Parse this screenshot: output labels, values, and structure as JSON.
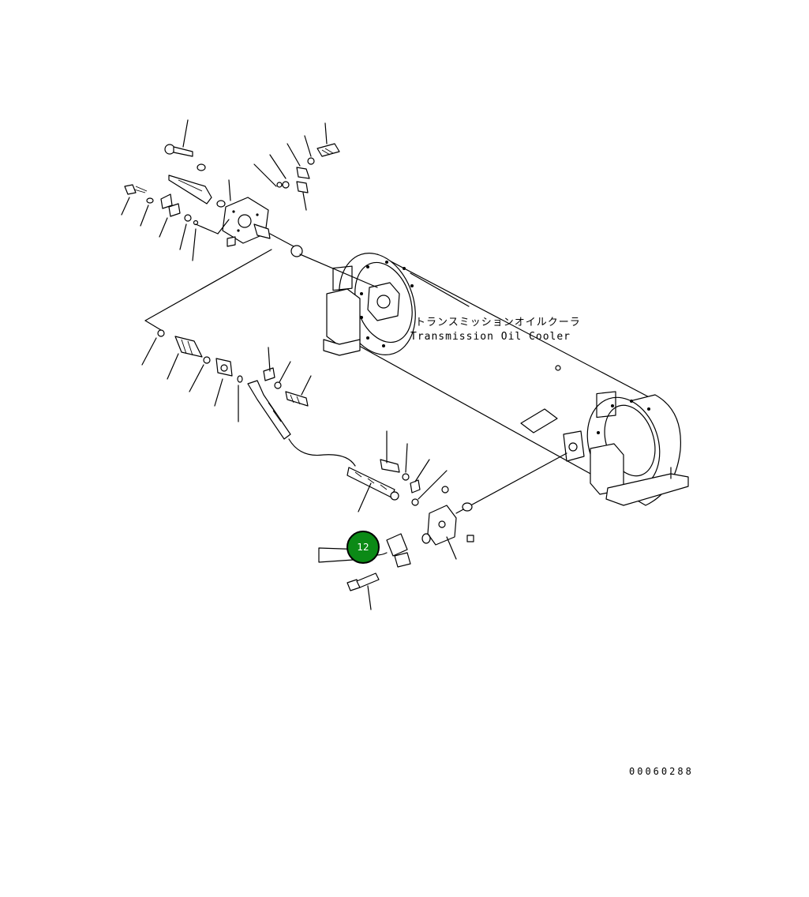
{
  "diagram": {
    "label_jp": "トランスミッションオイルクーラ",
    "label_en": "Transmission Oil Cooler",
    "drawing_code": "00060288",
    "callout": {
      "number": "12",
      "color": "#0b8a16",
      "border": "#000000"
    }
  }
}
